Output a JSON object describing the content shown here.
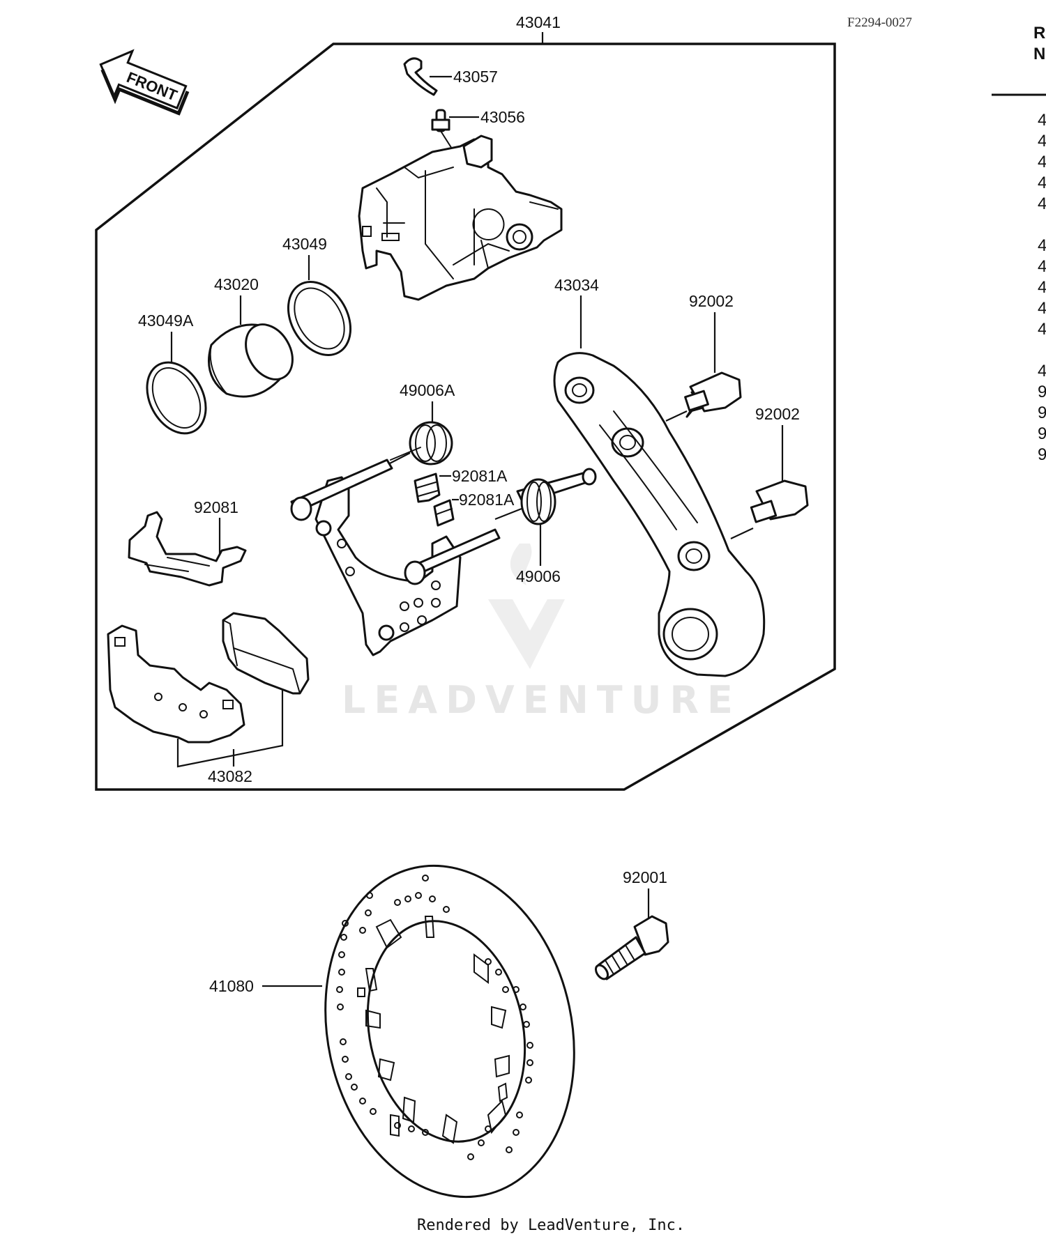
{
  "diagram": {
    "code": "F2294-0027",
    "front_label": "FRONT",
    "watermark": "LEADVENTURE",
    "footer": "Rendered by LeadVenture, Inc.",
    "side_header": [
      "R",
      "N"
    ],
    "side_digits": [
      "4",
      "4",
      "4",
      "4",
      "4",
      "4",
      "4",
      "4",
      "4",
      "4",
      "4",
      "9",
      "9",
      "9",
      "9"
    ],
    "parts": {
      "p43041": "43041",
      "p43057": "43057",
      "p43056": "43056",
      "p43049": "43049",
      "p43020": "43020",
      "p43049A": "43049A",
      "p43034": "43034",
      "p92002a": "92002",
      "p92002b": "92002",
      "p49006A": "49006A",
      "p92081A1": "92081A",
      "p92081A2": "92081A",
      "p92081": "92081",
      "p49006": "49006",
      "p43082": "43082",
      "p92001": "92001",
      "p41080": "41080"
    }
  }
}
